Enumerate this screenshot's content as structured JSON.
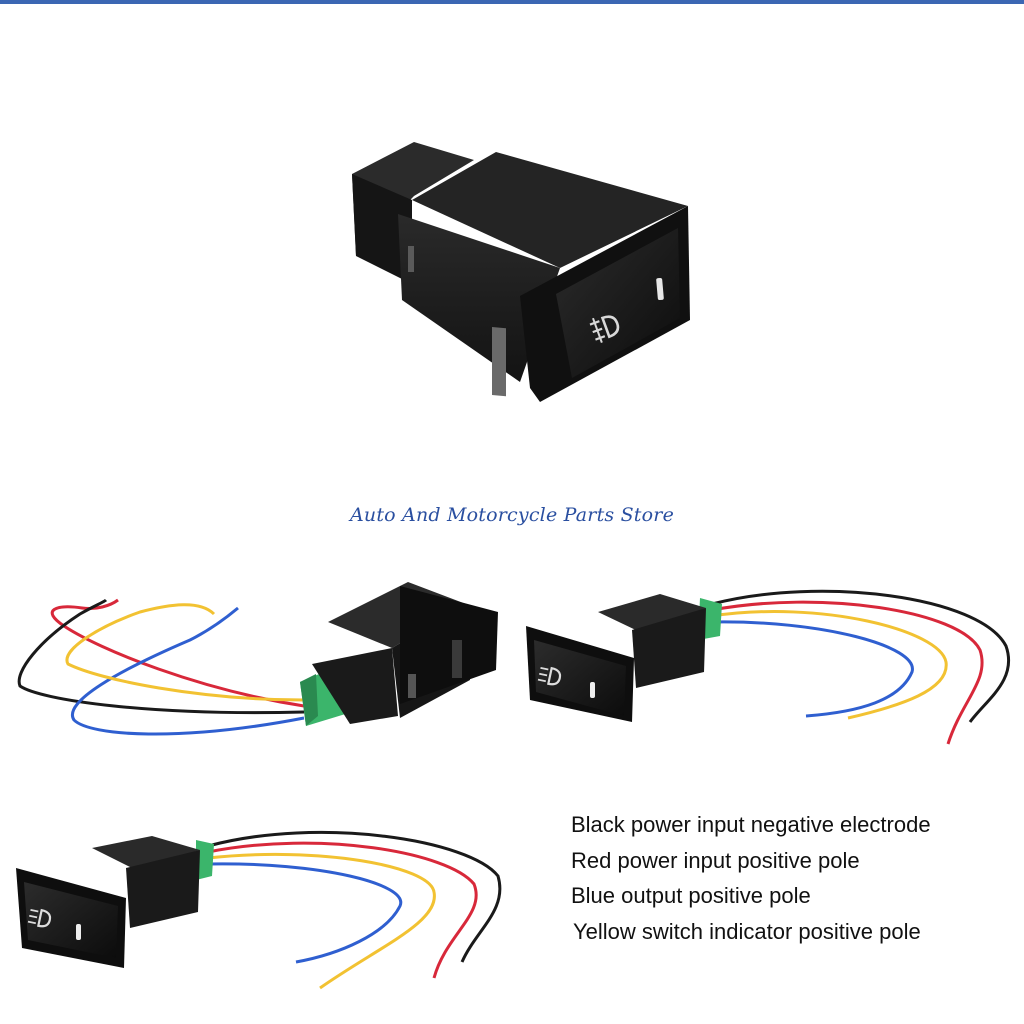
{
  "colors": {
    "top_bar": "#3b67b3",
    "store_text": "#2a4fa0",
    "switch_body": "#1b1b1b",
    "connector": "#3bb56b",
    "wire_black": "#1a1a1a",
    "wire_red": "#d8283a",
    "wire_blue": "#2f5fd0",
    "wire_yellow": "#f2c232"
  },
  "icons": {
    "switch_symbol": "fog-light-icon",
    "indicator": "indicator-led-icon"
  },
  "store_name": "Auto And Motorcycle Parts Store",
  "wire_legend": [
    "Black power input negative electrode",
    "Red power input positive pole",
    "Blue output positive pole",
    "Yellow switch indicator positive pole"
  ]
}
